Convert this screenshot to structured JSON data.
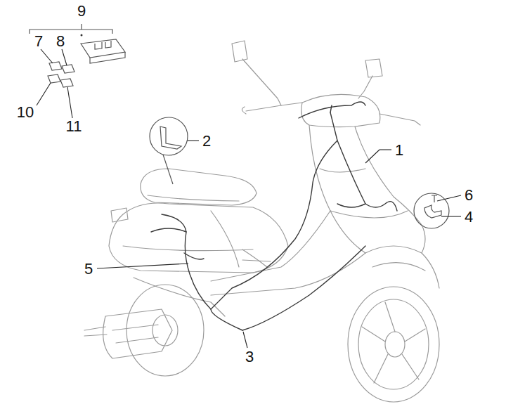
{
  "diagram": {
    "labels": [
      "9",
      "7",
      "8",
      "10",
      "11",
      "2",
      "1",
      "6",
      "4",
      "5",
      "3"
    ]
  }
}
